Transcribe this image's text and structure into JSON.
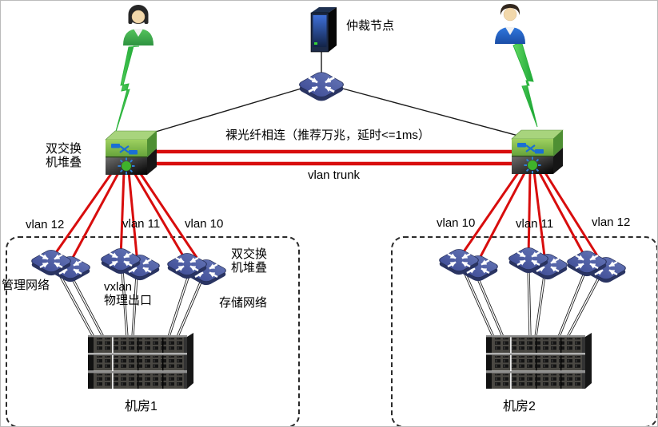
{
  "labels": {
    "arbiter": "仲裁节点",
    "fiber": "裸光纤相连（推荐万兆，延时<=1ms）",
    "trunk": "vlan trunk"
  },
  "left_stack_label": {
    "line1": "双交换",
    "line2": "机堆叠"
  },
  "left_zone": {
    "vlans": [
      "vlan 12",
      "vlan 11",
      "vlan 10"
    ],
    "management": "管理网络",
    "vxlan_line1": "vxlan",
    "vxlan_line2": "物理出口",
    "stack_line1": "双交换",
    "stack_line2": "机堆叠",
    "storage": "存储网络",
    "room": "机房1"
  },
  "right_zone": {
    "vlans": [
      "vlan 10",
      "vlan 11",
      "vlan 12"
    ],
    "room": "机房2"
  },
  "colors": {
    "link_red": "#d80d0d",
    "bolt_green": "#2bb33c",
    "stack_green": "#8cc63f",
    "device_blue": "#4c5c9c"
  }
}
